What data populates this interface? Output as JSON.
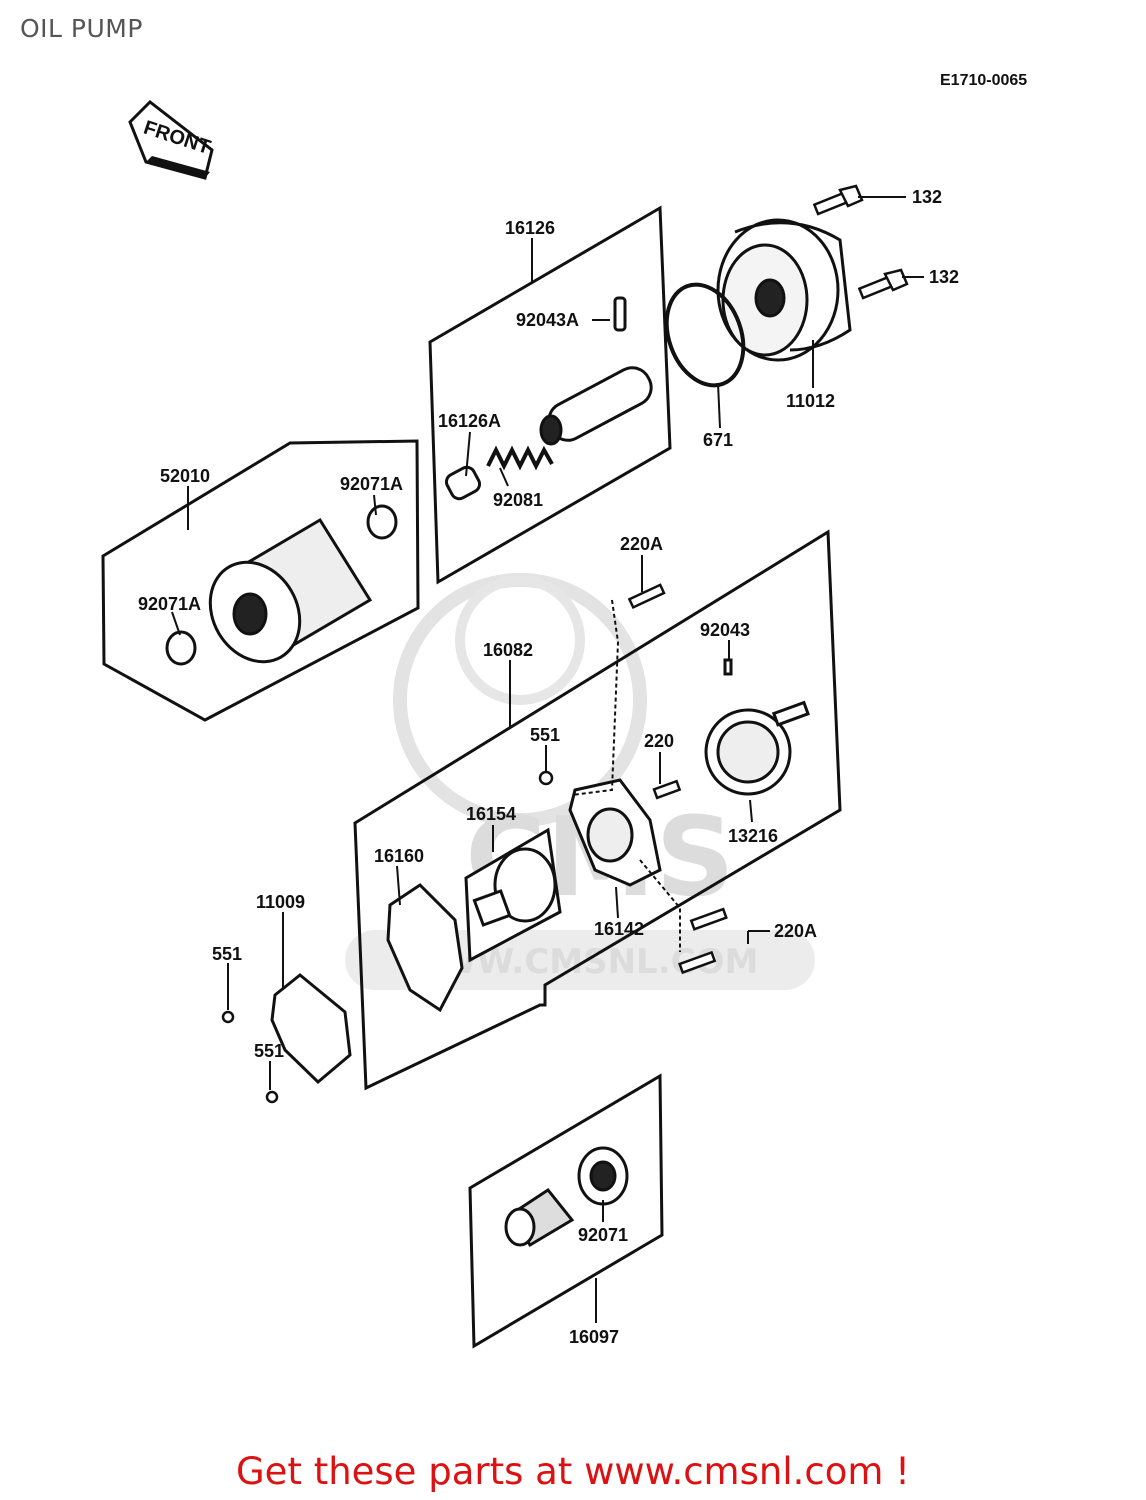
{
  "page": {
    "title": "OIL PUMP",
    "diagram_code": "E1710-0065",
    "front_label": "FRONT",
    "footer": "Get these parts at www.cmsnl.com !",
    "watermark_url": "WWW.CMSNL.COM",
    "watermark_brand": "CMS"
  },
  "parts": {
    "p132a": "132",
    "p132b": "132",
    "p11012": "11012",
    "p671": "671",
    "p16126": "16126",
    "p92043a": "92043A",
    "p16126a": "16126A",
    "p92081": "92081",
    "p52010": "52010",
    "p92071a_top": "92071A",
    "p92071a_left": "92071A",
    "p220a_top": "220A",
    "p92043": "92043",
    "p16082": "16082",
    "p551_mid": "551",
    "p220": "220",
    "p16154": "16154",
    "p16160": "16160",
    "p13216": "13216",
    "p16142": "16142",
    "p220a_right": "220A",
    "p11009": "11009",
    "p551_left": "551",
    "p551_low": "551",
    "p92071": "92071",
    "p16097": "16097"
  }
}
